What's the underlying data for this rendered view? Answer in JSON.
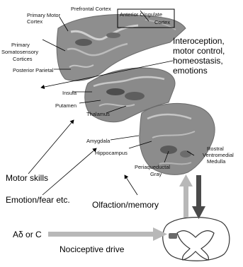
{
  "labels": {
    "prefrontal": "Prefrontal Cortex",
    "acc_1": "Anterior Cingulate",
    "acc_2": "Cortex",
    "motor_1": "Primary Motor",
    "motor_2": "Cortex",
    "somato_1": "Primary",
    "somato_2": "Somatosensory",
    "somato_3": "Cortices",
    "parietal": "Posterior Parietal",
    "insula": "Insula",
    "putamen": "Putamen",
    "thalamus": "Thalamus",
    "amygdala": "Amygdala",
    "hippocampus": "Hippocampus",
    "pag_1": "Periaqueductal",
    "pag_2": "Gray",
    "rvm_1": "Rostral",
    "rvm_2": "Ventromedial",
    "rvm_3": "Medulla"
  },
  "functions": {
    "interoception_1": "Interoception,",
    "interoception_2": "motor control,",
    "interoception_3": "homeostasis,",
    "interoception_4": "emotions",
    "motor_skills": "Motor skills",
    "emotion": "Emotion/fear etc.",
    "olfaction": "Olfaction/memory",
    "fibers": "Aδ or C",
    "drive": "Nociceptive drive"
  },
  "colors": {
    "tissue": "#8a8a8a",
    "tissue_dark": "#5a5a5a",
    "tissue_light": "#c8c8c8",
    "arrow_up": "#b8b8b8",
    "arrow_down": "#4a4a4a"
  }
}
